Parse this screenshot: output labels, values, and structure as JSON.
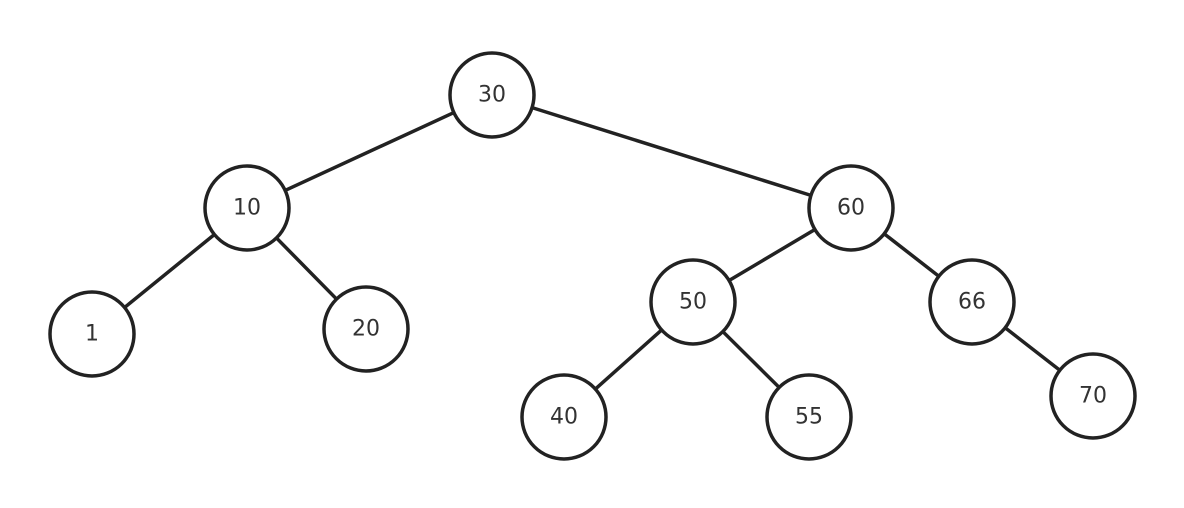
{
  "tree": {
    "nodes": [
      {
        "id": "n30",
        "label": "30"
      },
      {
        "id": "n10",
        "label": "10"
      },
      {
        "id": "n60",
        "label": "60"
      },
      {
        "id": "n1",
        "label": "1"
      },
      {
        "id": "n20",
        "label": "20"
      },
      {
        "id": "n50",
        "label": "50"
      },
      {
        "id": "n66",
        "label": "66"
      },
      {
        "id": "n40",
        "label": "40"
      },
      {
        "id": "n55",
        "label": "55"
      },
      {
        "id": "n70",
        "label": "70"
      }
    ],
    "edges": [
      {
        "from": "n30",
        "to": "n10"
      },
      {
        "from": "n30",
        "to": "n60"
      },
      {
        "from": "n10",
        "to": "n1"
      },
      {
        "from": "n10",
        "to": "n20"
      },
      {
        "from": "n60",
        "to": "n50"
      },
      {
        "from": "n60",
        "to": "n66"
      },
      {
        "from": "n50",
        "to": "n40"
      },
      {
        "from": "n50",
        "to": "n55"
      },
      {
        "from": "n66",
        "to": "n70"
      }
    ]
  }
}
